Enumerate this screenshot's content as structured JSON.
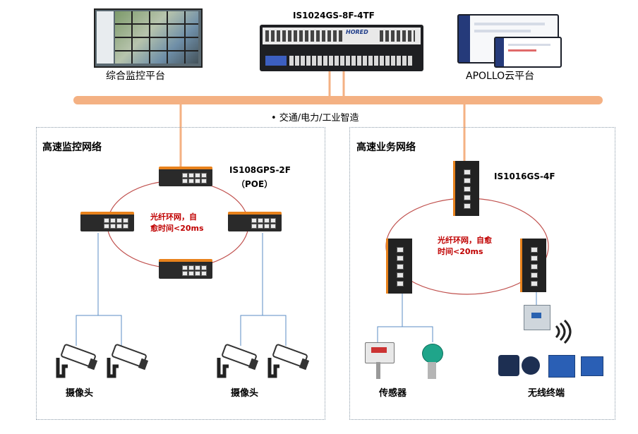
{
  "top": {
    "platform_left": "综合监控平台",
    "center_switch": "IS1024GS-8F-4TF",
    "center_brand": "HORED",
    "platform_right": "APOLLO云平台"
  },
  "backbone": {
    "label": "•  交通/电力/工业智造"
  },
  "left_network": {
    "title": "高速监控网络",
    "switch_model": "IS108GPS-2F",
    "switch_note": "（POE）",
    "ring_label_1": "光纤环网，自",
    "ring_label_2": "愈时间<20ms",
    "camera_label_1": "摄像头",
    "camera_label_2": "摄像头"
  },
  "right_network": {
    "title": "高速业务网络",
    "switch_model": "IS1016GS-4F",
    "ring_label_1": "光纤环网，自愈",
    "ring_label_2": "时间<20ms",
    "sensor_label": "传感器",
    "terminal_label": "无线终端"
  },
  "colors": {
    "backbone": "#f4b183",
    "link": "#f4b183",
    "ring": "#c0504d",
    "ring_text": "#c00000",
    "device_link": "#5b8ec4"
  }
}
